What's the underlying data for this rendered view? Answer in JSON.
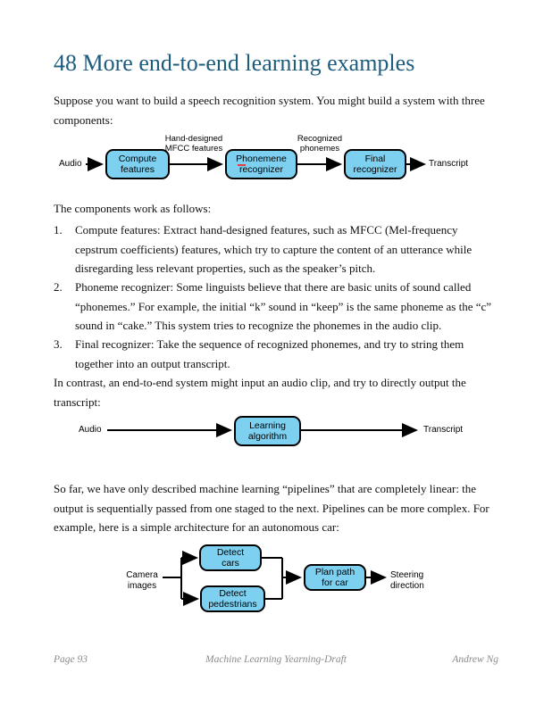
{
  "document": {
    "title": "48 More end-to-end learning examples",
    "paragraphs": {
      "intro": "Suppose you want to build a speech recognition system. You might build a system with three components:",
      "components_intro": "The components work as follows:",
      "contrast": "In contrast, an end-to-end system might input an audio clip, and try to directly output the transcript:",
      "pipelines": "So far, we have only described machine learning “pipelines” that are completely linear: the output is sequentially passed from one staged to the next. Pipelines can be more complex. For example, here is a simple architecture for an autonomous car:"
    },
    "list": [
      {
        "num": "1.",
        "text": "Compute features: Extract hand-designed features, such as MFCC (Mel-frequency cepstrum coefficients) features, which try to capture the content of an utterance while disregarding less relevant properties, such as the speaker’s pitch."
      },
      {
        "num": "2.",
        "text": "Phoneme recognizer: Some linguists believe that there are basic units of sound called “phonemes.” For example, the initial “k” sound in “keep” is the same phoneme as the “c” sound in “cake.” This system tries to recognize the phonemes in the audio clip."
      },
      {
        "num": "3.",
        "text": "Final recognizer: Take the sequence of recognized phonemes, and try to string them together into an output transcript."
      }
    ],
    "footer": {
      "left": "Page 93",
      "center": "Machine Learning Yearning-Draft",
      "right": "Andrew Ng"
    }
  },
  "figures": {
    "speech_pipeline": {
      "input": "Audio",
      "box1": "Compute\nfeatures",
      "edge1": "Hand-designed\nMFCC features",
      "box2": "Phonemene\nrecognizer",
      "edge2": "Recognized\nphonemes",
      "box3": "Final\nrecognizer",
      "output": "Transcript"
    },
    "end_to_end": {
      "input": "Audio",
      "box": "Learning\nalgorithm",
      "output": "Transcript"
    },
    "autonomous_car": {
      "input": "Camera\nimages",
      "box_top": "Detect\ncars",
      "box_bottom": "Detect\npedestrians",
      "box_plan": "Plan path\nfor car",
      "output": "Steering\ndirection"
    }
  },
  "colors": {
    "title": "#1e5c7d",
    "node_fill": "#7dd0f0",
    "node_border": "#000000",
    "footer_text": "#8a8a8a"
  }
}
